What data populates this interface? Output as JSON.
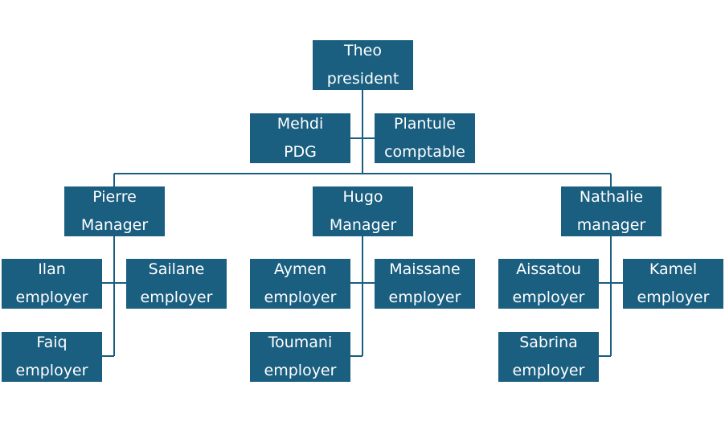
{
  "org_chart": {
    "president": {
      "name": "Theo",
      "role": "president"
    },
    "assistants": [
      {
        "name": "Mehdi",
        "role": "PDG"
      },
      {
        "name": "Plantule",
        "role": "comptable"
      }
    ],
    "managers": [
      {
        "name": "Pierre",
        "role": "Manager",
        "employees": [
          {
            "name": "Ilan",
            "role": "employer"
          },
          {
            "name": "Sailane",
            "role": "employer"
          },
          {
            "name": "Faiq",
            "role": "employer"
          }
        ]
      },
      {
        "name": "Hugo",
        "role": "Manager",
        "employees": [
          {
            "name": "Aymen",
            "role": "employer"
          },
          {
            "name": "Maissane",
            "role": "employer"
          },
          {
            "name": "Toumani",
            "role": "employer"
          }
        ]
      },
      {
        "name": "Nathalie",
        "role": "manager",
        "employees": [
          {
            "name": "Aissatou",
            "role": "employer"
          },
          {
            "name": "Kamel",
            "role": "employer"
          },
          {
            "name": "Sabrina",
            "role": "employer"
          }
        ]
      }
    ],
    "colors": {
      "box": "#1a5e80",
      "text": "#ffffff",
      "line": "#1a5e80"
    }
  }
}
